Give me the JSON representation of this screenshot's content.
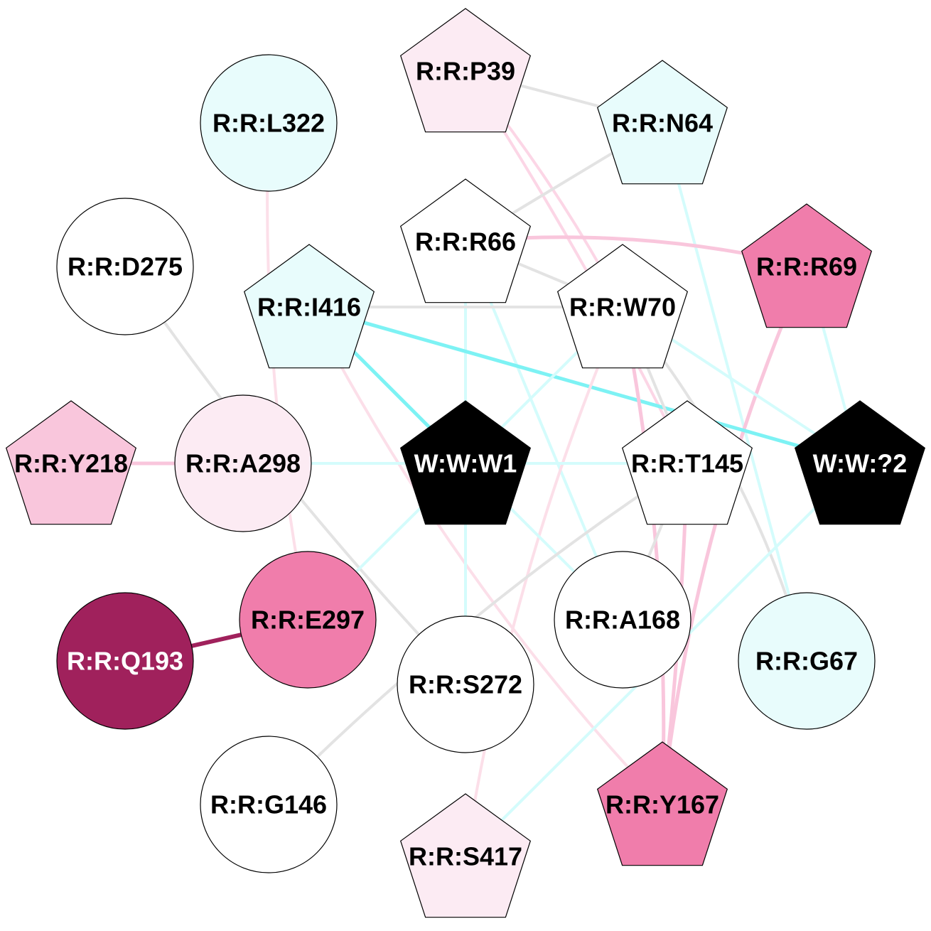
{
  "nodes": [
    {
      "id": "R:R:P39",
      "label": "R:R:P39",
      "shape": "pentagon",
      "fill": "#fcebf3",
      "text": "#000000"
    },
    {
      "id": "R:R:L322",
      "label": "R:R:L322",
      "shape": "circle",
      "fill": "#e8fcfc",
      "text": "#000000"
    },
    {
      "id": "R:R:N64",
      "label": "R:R:N64",
      "shape": "pentagon",
      "fill": "#e8fcfc",
      "text": "#000000"
    },
    {
      "id": "R:R:D275",
      "label": "R:R:D275",
      "shape": "circle",
      "fill": "#ffffff",
      "text": "#000000"
    },
    {
      "id": "R:R:R66",
      "label": "R:R:R66",
      "shape": "pentagon",
      "fill": "#ffffff",
      "text": "#000000"
    },
    {
      "id": "R:R:R69",
      "label": "R:R:R69",
      "shape": "pentagon",
      "fill": "#f07dab",
      "text": "#000000"
    },
    {
      "id": "R:R:I416",
      "label": "R:R:I416",
      "shape": "pentagon",
      "fill": "#e8fcfc",
      "text": "#000000"
    },
    {
      "id": "R:R:W70",
      "label": "R:R:W70",
      "shape": "pentagon",
      "fill": "#ffffff",
      "text": "#000000"
    },
    {
      "id": "R:R:Y218",
      "label": "R:R:Y218",
      "shape": "pentagon",
      "fill": "#f9c6dc",
      "text": "#000000"
    },
    {
      "id": "R:R:A298",
      "label": "R:R:A298",
      "shape": "circle",
      "fill": "#fcebf3",
      "text": "#000000"
    },
    {
      "id": "W:W:W1",
      "label": "W:W:W1",
      "shape": "pentagon",
      "fill": "#000000",
      "text": "#ffffff"
    },
    {
      "id": "R:R:T145",
      "label": "R:R:T145",
      "shape": "pentagon",
      "fill": "#ffffff",
      "text": "#000000"
    },
    {
      "id": "W:W:?2",
      "label": "W:W:?2",
      "shape": "pentagon",
      "fill": "#000000",
      "text": "#ffffff"
    },
    {
      "id": "R:R:E297",
      "label": "R:R:E297",
      "shape": "circle",
      "fill": "#f07dab",
      "text": "#000000"
    },
    {
      "id": "R:R:Q193",
      "label": "R:R:Q193",
      "shape": "circle",
      "fill": "#a0215c",
      "text": "#ffffff"
    },
    {
      "id": "R:R:A168",
      "label": "R:R:A168",
      "shape": "circle",
      "fill": "#ffffff",
      "text": "#000000"
    },
    {
      "id": "R:R:S272",
      "label": "R:R:S272",
      "shape": "circle",
      "fill": "#ffffff",
      "text": "#000000"
    },
    {
      "id": "R:R:G67",
      "label": "R:R:G67",
      "shape": "circle",
      "fill": "#e8fcfc",
      "text": "#000000"
    },
    {
      "id": "R:R:G146",
      "label": "R:R:G146",
      "shape": "circle",
      "fill": "#ffffff",
      "text": "#000000"
    },
    {
      "id": "R:R:S417",
      "label": "R:R:S417",
      "shape": "pentagon",
      "fill": "#fcebf3",
      "text": "#000000"
    },
    {
      "id": "R:R:Y167",
      "label": "R:R:Y167",
      "shape": "pentagon",
      "fill": "#f07dab",
      "text": "#000000"
    }
  ],
  "edges": [
    {
      "source": "R:R:P39",
      "target": "R:R:N64",
      "color": "#e3e3e3",
      "weight": "thin"
    },
    {
      "source": "R:R:P39",
      "target": "R:R:W70",
      "color": "#fcd6e6",
      "weight": "thin"
    },
    {
      "source": "R:R:P39",
      "target": "R:R:T145",
      "color": "#fcd6e6",
      "weight": "thin"
    },
    {
      "source": "R:R:N64",
      "target": "R:R:R66",
      "color": "#e3e3e3",
      "weight": "thin"
    },
    {
      "source": "R:R:N64",
      "target": "R:R:G67",
      "color": "#d4fcfc",
      "weight": "thin"
    },
    {
      "source": "R:R:L322",
      "target": "R:R:E297",
      "color": "#fcdfe9",
      "weight": "thin"
    },
    {
      "source": "R:R:D275",
      "target": "R:R:S272",
      "color": "#e3e3e3",
      "weight": "thin"
    },
    {
      "source": "R:R:R66",
      "target": "R:R:R69",
      "color": "#f9c6dc",
      "weight": "medium"
    },
    {
      "source": "R:R:R66",
      "target": "R:R:W70",
      "color": "#e3e3e3",
      "weight": "thin"
    },
    {
      "source": "R:R:R66",
      "target": "R:R:S272",
      "color": "#d4fcfc",
      "weight": "thin"
    },
    {
      "source": "R:R:R66",
      "target": "R:R:A168",
      "color": "#d4fcfc",
      "weight": "thin"
    },
    {
      "source": "R:R:R69",
      "target": "R:R:Y167",
      "color": "#f9c6dc",
      "weight": "medium"
    },
    {
      "source": "R:R:R69",
      "target": "W:W:?2",
      "color": "#d4fcfc",
      "weight": "thin"
    },
    {
      "source": "R:R:I416",
      "target": "R:R:W70",
      "color": "#e3e3e3",
      "weight": "thin"
    },
    {
      "source": "R:R:I416",
      "target": "W:W:W1",
      "color": "#7df2f4",
      "weight": "medium"
    },
    {
      "source": "R:R:I416",
      "target": "W:W:?2",
      "color": "#7df2f4",
      "weight": "medium"
    },
    {
      "source": "R:R:I416",
      "target": "R:R:Y167",
      "color": "#fcdfe9",
      "weight": "thin"
    },
    {
      "source": "R:R:W70",
      "target": "W:W:W1",
      "color": "#d4fcfc",
      "weight": "thin"
    },
    {
      "source": "R:R:W70",
      "target": "R:R:T145",
      "color": "#e3e3e3",
      "weight": "thin"
    },
    {
      "source": "R:R:W70",
      "target": "R:R:G67",
      "color": "#e3e3e3",
      "weight": "thin"
    },
    {
      "source": "R:R:W70",
      "target": "R:R:S417",
      "color": "#fcdfe9",
      "weight": "thin"
    },
    {
      "source": "R:R:W70",
      "target": "R:R:Y167",
      "color": "#f9c6dc",
      "weight": "medium"
    },
    {
      "source": "R:R:W70",
      "target": "W:W:?2",
      "color": "#d4fcfc",
      "weight": "thin"
    },
    {
      "source": "R:R:Y218",
      "target": "R:R:A298",
      "color": "#f9c6dc",
      "weight": "medium"
    },
    {
      "source": "R:R:A298",
      "target": "W:W:W1",
      "color": "#d4fcfc",
      "weight": "thin"
    },
    {
      "source": "W:W:W1",
      "target": "R:R:T145",
      "color": "#d4fcfc",
      "weight": "thin"
    },
    {
      "source": "W:W:W1",
      "target": "R:R:E297",
      "color": "#d4fcfc",
      "weight": "thin"
    },
    {
      "source": "W:W:W1",
      "target": "R:R:S272",
      "color": "#d4fcfc",
      "weight": "thin"
    },
    {
      "source": "W:W:W1",
      "target": "R:R:A168",
      "color": "#d4fcfc",
      "weight": "thin"
    },
    {
      "source": "R:R:T145",
      "target": "R:R:Y167",
      "color": "#f9c6dc",
      "weight": "medium"
    },
    {
      "source": "R:R:T145",
      "target": "R:R:G146",
      "color": "#e3e3e3",
      "weight": "thin"
    },
    {
      "source": "R:R:T145",
      "target": "R:R:A168",
      "color": "#e3e3e3",
      "weight": "thin"
    },
    {
      "source": "W:W:?2",
      "target": "R:R:S417",
      "color": "#d4fcfc",
      "weight": "thin"
    },
    {
      "source": "R:R:Q193",
      "target": "R:R:E297",
      "color": "#a0215c",
      "weight": "thick"
    }
  ]
}
